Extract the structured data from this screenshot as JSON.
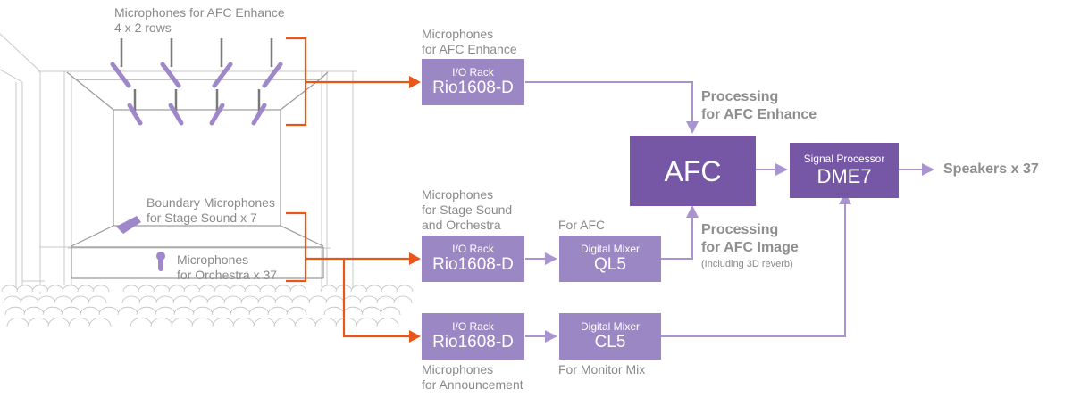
{
  "colors": {
    "box_light": "#9b87c4",
    "box_dark": "#7657a6",
    "connector": "#a895d0",
    "mic_arrow": "#e8561a",
    "label_text": "#8a8a8a",
    "mic_icon": "#9e88c9"
  },
  "hall": {
    "ceiling_mics_label": "Microphones for AFC Enhance\n4 x 2 rows",
    "boundary_mics_label": "Boundary Microphones\nfor Stage Sound x 7",
    "orchestra_mics_label": "Microphones\nfor Orchestra x 37"
  },
  "nodes": {
    "rio_enhance": {
      "caption": "Microphones\nfor AFC Enhance",
      "line1": "I/O Rack",
      "line2": "Rio1608-D"
    },
    "rio_stage": {
      "caption": "Microphones\nfor Stage Sound\nand Orchestra",
      "line1": "I/O Rack",
      "line2": "Rio1608-D"
    },
    "rio_announce": {
      "caption": "Microphones\nfor Announcement",
      "line1": "I/O Rack",
      "line2": "Rio1608-D"
    },
    "ql5": {
      "caption": "For AFC",
      "line1": "Digital Mixer",
      "line2": "QL5"
    },
    "cl5": {
      "caption": "For Monitor Mix",
      "line1": "Digital Mixer",
      "line2": "CL5"
    },
    "afc": {
      "line2": "AFC"
    },
    "dme7": {
      "line1": "Signal Processor",
      "line2": "DME7"
    }
  },
  "annotations": {
    "processing_enhance": "Processing\nfor AFC Enhance",
    "processing_image": "Processing\nfor AFC Image",
    "processing_image_note": "(Including 3D reverb)",
    "output": "Speakers x 37"
  }
}
